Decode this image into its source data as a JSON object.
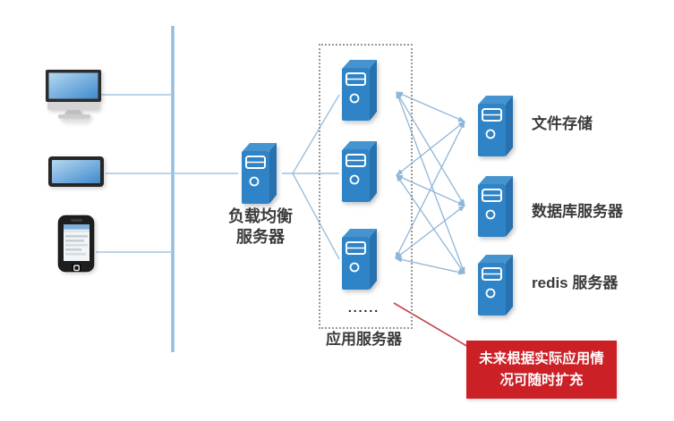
{
  "diagram": {
    "type": "system-architecture",
    "clients": {
      "desktop": {
        "icon": "desktop-monitor-icon"
      },
      "flat_screen": {
        "icon": "flat-screen-icon"
      },
      "phone": {
        "icon": "smartphone-icon"
      }
    },
    "load_balancer": {
      "label_line1": "负载均衡",
      "label_line2": "服务器",
      "icon": "server-tower-icon"
    },
    "app_server_group": {
      "label": "应用服务器",
      "ellipsis": "......",
      "visible_count": 3,
      "boxed": true,
      "icon": "server-tower-icon"
    },
    "servers": [
      {
        "id": "file-storage",
        "label": "文件存储",
        "icon": "server-tower-icon"
      },
      {
        "id": "database-server",
        "label": "数据库服务器",
        "icon": "server-tower-icon"
      },
      {
        "id": "redis-server",
        "label": "redis 服务器",
        "icon": "server-tower-icon"
      }
    ],
    "note": {
      "line1": "未来根据实际应用情",
      "line2": "况可随时扩充"
    },
    "connections": [
      "desktop-monitor — network-bus",
      "flat-screen — network-bus — load-balancer",
      "smartphone — network-bus",
      "load-balancer — app-server-1",
      "load-balancer — app-server-2",
      "load-balancer — app-server-3",
      "app-server-1 <-> file-storage",
      "app-server-1 <-> database-server",
      "app-server-1 <-> redis-server",
      "app-server-2 <-> file-storage",
      "app-server-2 <-> database-server",
      "app-server-2 <-> redis-server",
      "app-server-3 <-> file-storage",
      "app-server-3 <-> database-server",
      "app-server-3 <-> redis-server",
      "app-server-group — expansion-note (red leader)"
    ],
    "colors": {
      "server_front_blue": "#2e84c6",
      "server_side_blue": "#2671ae",
      "server_top_blue": "#4594d0",
      "mesh_line_blue": "#8fb6da",
      "bus_line_blue": "#93bedf",
      "dash_gray": "#999999",
      "note_red": "#cc2027",
      "note_text_white": "#ffffff",
      "label_gray": "#3b3b3b",
      "leader_red": "#c4454f"
    }
  }
}
